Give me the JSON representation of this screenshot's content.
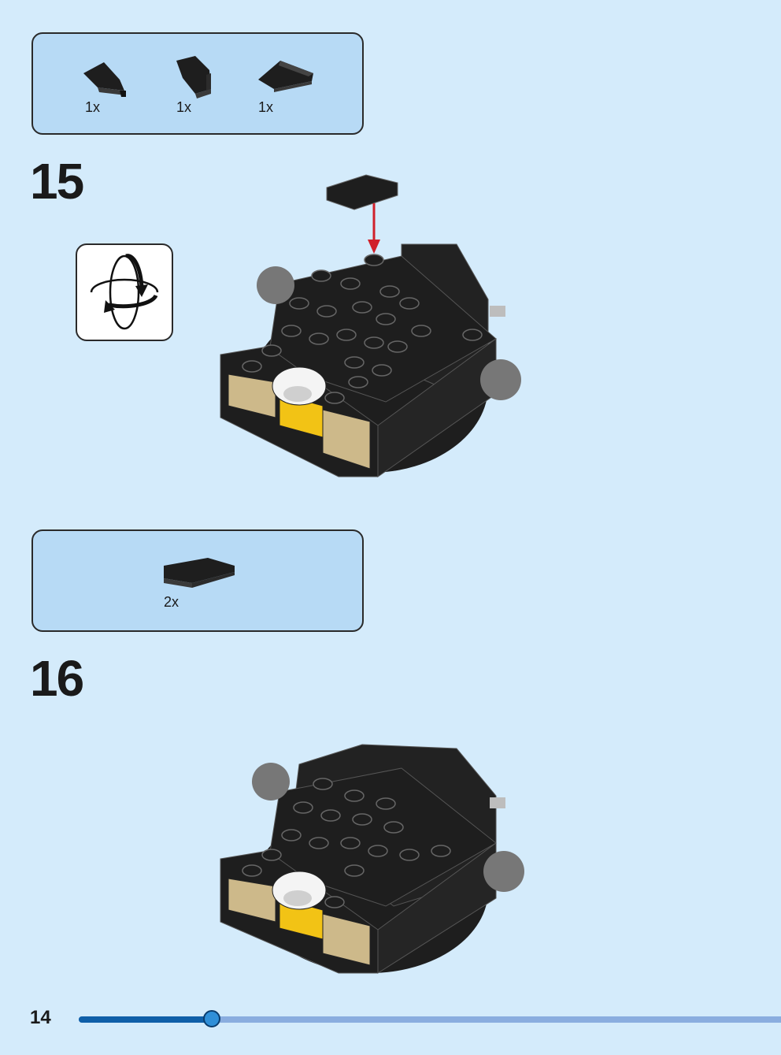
{
  "step_15": {
    "number": "15",
    "parts": [
      {
        "qty": "1x",
        "icon": "curved-wedge-left-icon"
      },
      {
        "qty": "1x",
        "icon": "curved-wedge-right-icon"
      },
      {
        "qty": "1x",
        "icon": "wedge-slope-icon"
      }
    ],
    "callout_icon": "rotate-model-icon"
  },
  "step_16": {
    "number": "16",
    "parts": [
      {
        "qty": "2x",
        "icon": "curved-slope-tile-icon"
      }
    ]
  },
  "footer": {
    "page_number": "14",
    "progress": 0.19
  },
  "colors": {
    "background": "#d4ebfb",
    "parts_box": "#b7daf5",
    "brick_black": "#1e1e1e",
    "brick_tan": "#cdb98a",
    "brick_yellow": "#f2c315",
    "brick_gray": "#777777",
    "arrow_red": "#d0202a",
    "progress_fill": "#0f5fa8",
    "progress_track": "#8aaddf"
  }
}
